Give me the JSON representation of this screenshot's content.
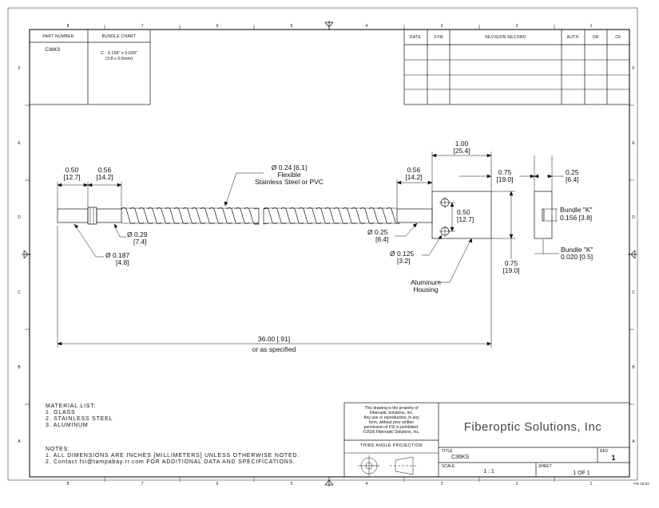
{
  "zones": {
    "columns": [
      "8",
      "7",
      "6",
      "5",
      "4",
      "3",
      "2",
      "1"
    ],
    "rows": [
      "F",
      "E",
      "D",
      "C",
      "B",
      "A"
    ]
  },
  "part_table": {
    "header_part": "PART NUMBER",
    "header_bundle": "BUNDLE CHART",
    "part_number": "C36KS",
    "bundle_line1": "C - 0.156\" x 0.020\"",
    "bundle_line2": "(3.8 x 0.5mm)"
  },
  "revision_table": {
    "headers": [
      "DATE",
      "SYM",
      "REVISION RECORD",
      "AUTH",
      "DR",
      "CK"
    ]
  },
  "dimensions": {
    "d_050": "0.50",
    "d_050_mm": "[12.7]",
    "d_056a": "0.56",
    "d_056a_mm": "[14.2]",
    "d_flex_line1": "Ø 0.24 [6.1]",
    "d_flex_line2": "Flexible",
    "d_flex_line3": "Stainless Steel or PVC",
    "d_056b": "0.56",
    "d_056b_mm": "[14.2]",
    "d_100": "1.00",
    "d_100_mm": "[25.4]",
    "d_075a": "0.75",
    "d_075a_mm": "[19.0]",
    "d_025a": "0.25",
    "d_025a_mm": "[6.4]",
    "d_029": "Ø 0.29",
    "d_029_mm": "[7.4]",
    "d_0187": "Ø 0.187",
    "d_0187_mm": "[4.8]",
    "d_025b": "Ø 0.25",
    "d_025b_mm": "[6.4]",
    "d_0125": "Ø 0.125",
    "d_0125_mm": "[3.2]",
    "d_050b": "0.50",
    "d_050b_mm": "[12.7]",
    "d_075b": "0.75",
    "d_075b_mm": "[19.0]",
    "housing_line1": "Aluminum",
    "housing_line2": "Housing",
    "bundle_k1": "Bundle \"K\"",
    "bundle_k1_val": "0.156 [3.8]",
    "bundle_k2": "Bundle \"K\"",
    "bundle_k2_val": "0.020 [0.5]",
    "length": "36.00 [.91]",
    "length_note": "or as specified"
  },
  "material_list": {
    "title": "MATERIAL LIST:",
    "items": [
      "1.   GLASS",
      "2.   STAINLESS STEEL",
      "3.   ALUMINUM"
    ]
  },
  "notes": {
    "title": "NOTES:",
    "items": [
      "1.   ALL DIMENSIONS ARE INCHES [MILLIMETERS] UNLESS OTHERWISE NOTED.",
      "2.   Contact fsi@tampabay.rr.com FOR ADDITIONAL DATA AND SPECIFICATIONS."
    ]
  },
  "title_block": {
    "prop_lines": [
      "This drawing is the property of",
      "Fiberoptic Solutions, Inc.",
      "Any use or reproduction, in any",
      "form, without prior written",
      "permission of FSI is prohibited.",
      "©2026 Fiberoptic Solutions, Inc."
    ],
    "projection": "THIRD ANGLE PROJECTION",
    "company": "Fiberoptic Solutions, Inc",
    "title_label": "TITLE",
    "title_value": "C36KS",
    "rev_label": "REV",
    "rev_value": "1",
    "scale_label": "SCALE",
    "scale_value": "1 : 1",
    "sheet_label": "SHEET",
    "sheet_value": "1   OF  1",
    "doc_code": "FSI 26.04"
  }
}
